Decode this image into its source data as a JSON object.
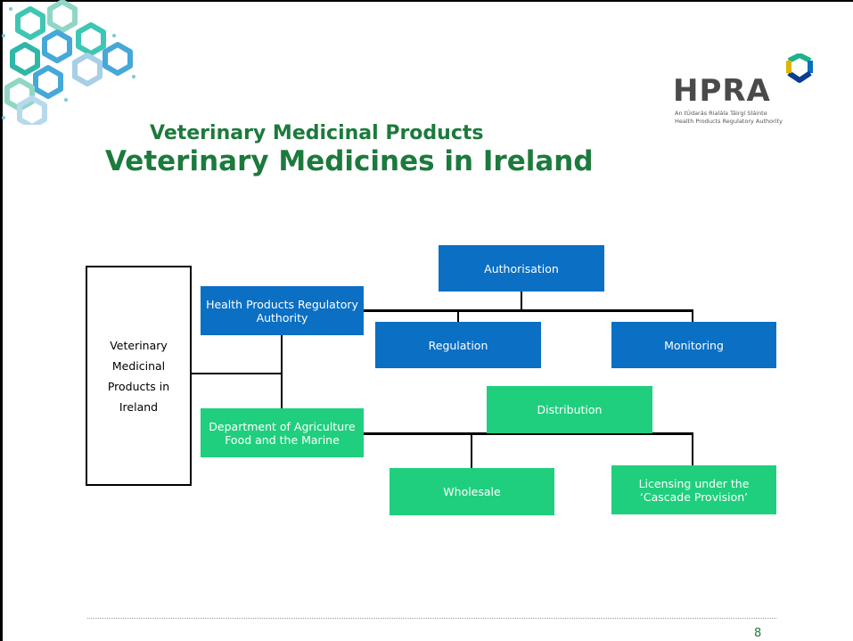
{
  "slide": {
    "subtitle": "Veterinary Medicinal Products",
    "title": "Veterinary Medicines in Ireland",
    "page_number": "8"
  },
  "logo": {
    "name": "HPRA",
    "line1": "An tÚdarás Rialála Táirgí Sláinte",
    "line2": "Health Products Regulatory Authority"
  },
  "diagram": {
    "root": "Veterinary Medicinal Products in Ireland",
    "hpra": "Health Products Regulatory Authority",
    "authorisation": "Authorisation",
    "regulation": "Regulation",
    "monitoring": "Monitoring",
    "dafm": "Department of Agriculture Food and the Marine",
    "distribution": "Distribution",
    "wholesale": "Wholesale",
    "licensing": "Licensing under the ‘Cascade Provision’"
  },
  "colors": {
    "title_green": "#1c7a3c",
    "box_blue": "#0b6fc4",
    "box_green": "#1fcf7d",
    "deco_teal": "#3ec6b4",
    "deco_blue": "#45a8d8"
  },
  "icons": [
    "molecule-decoration",
    "hpra-logo-icon"
  ]
}
